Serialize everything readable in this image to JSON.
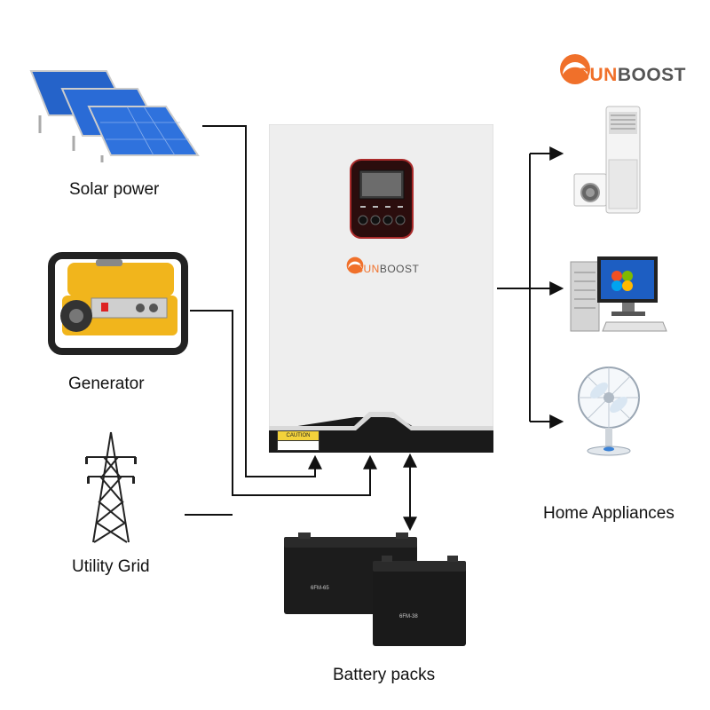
{
  "brand": {
    "logo_top": {
      "sun": "SUN",
      "boost": "BOOST"
    },
    "logo_inverter": {
      "sun": "SUN",
      "boost": "BOOST"
    }
  },
  "sources": {
    "solar": "Solar power",
    "generator": "Generator",
    "grid": "Utility Grid"
  },
  "outputs": {
    "home": "Home Appliances"
  },
  "storage": {
    "battery": "Battery packs"
  },
  "inverter": {
    "caution": "CAUTION"
  },
  "battery_models": {
    "large": "6FM-65",
    "small": "6FM-38"
  },
  "colors": {
    "brand_orange": "#f0702a",
    "wire": "#111111",
    "inverter_body": "#eeeeee",
    "inverter_base": "#1a1a1a"
  },
  "icons": [
    "solar-panel-icon",
    "generator-icon",
    "transmission-tower-icon",
    "air-conditioner-icon",
    "washing-machine-icon",
    "desktop-computer-icon",
    "electric-fan-icon",
    "battery-icon"
  ]
}
